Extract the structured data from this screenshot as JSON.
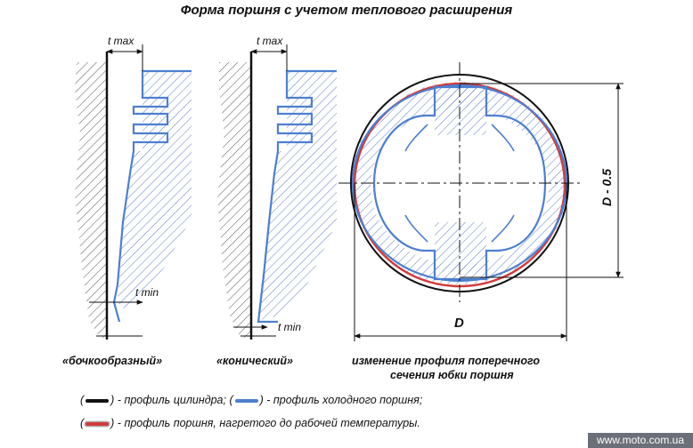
{
  "title": "Форма поршня с учетом теплового расширения",
  "labels": {
    "t_max": "t max",
    "t_min": "t min",
    "diameter": "D",
    "diameter_minus": "D - 0.5"
  },
  "captions": {
    "barrel": "«бочкообразный»",
    "conical": "«конический»",
    "section_line1": "изменение профиля поперечного",
    "section_line2": "сечения юбки поршня"
  },
  "legend": {
    "open": "(",
    "close_cylinder": ") - профиль цилиндра; (",
    "close_cold": ") - профиль холодного поршня;",
    "close_hot": ") -  профиль поршня, нагретого до рабочей температуры."
  },
  "colors": {
    "cylinder": "#111111",
    "cold_piston": "#4d7fd0",
    "hot_piston": "#d23b3b",
    "hatch": "#555555",
    "hatch_piston": "#5b7ec4"
  },
  "watermark": "www.moto.com.ua"
}
